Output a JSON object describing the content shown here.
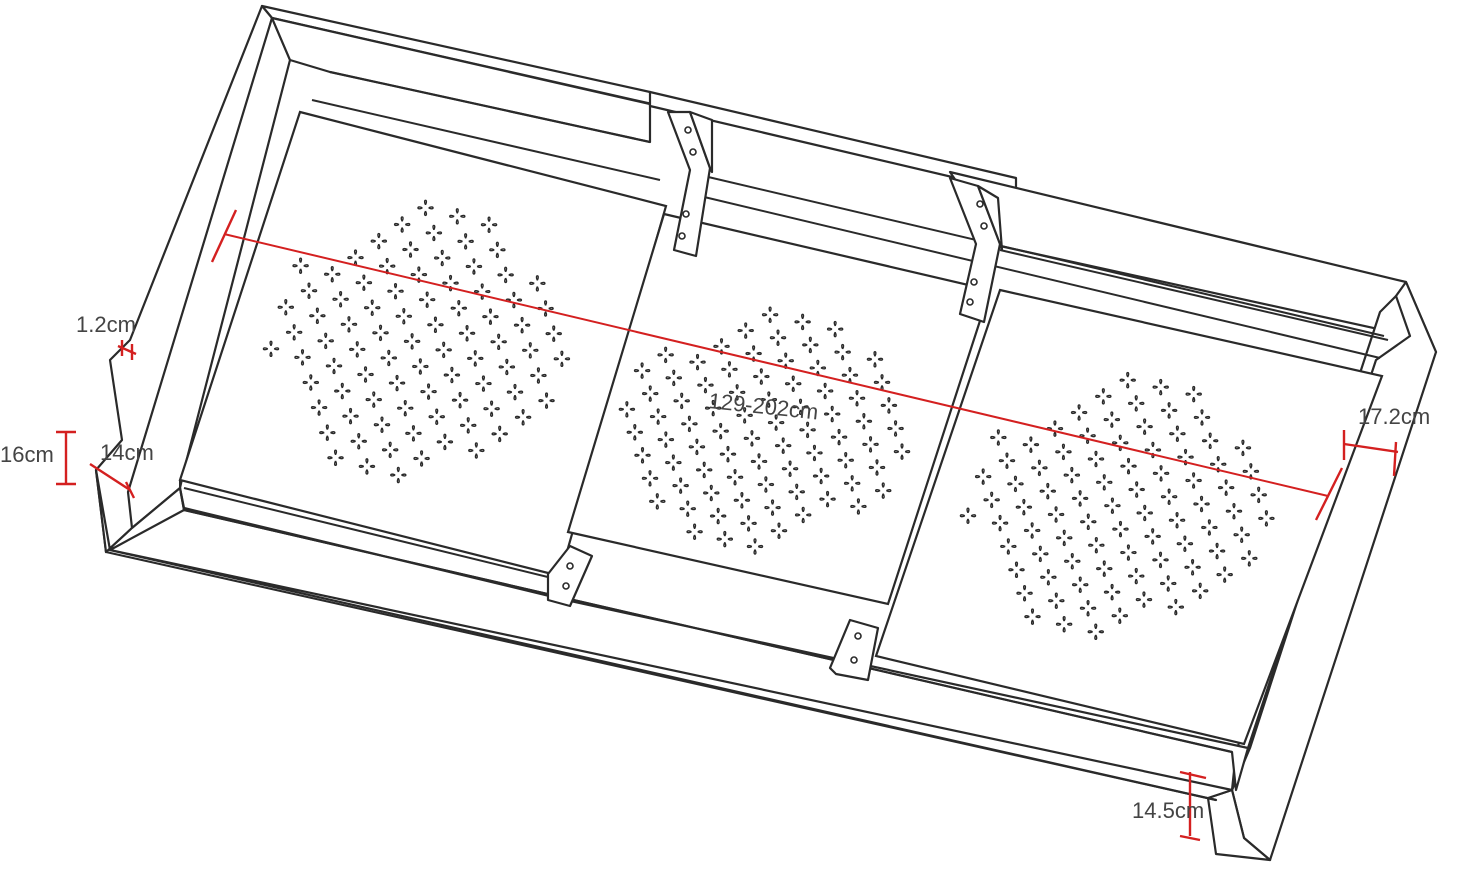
{
  "labels": {
    "total_length": "129-202cm",
    "wall_thickness": "1.2cm",
    "outer_height": "16cm",
    "inner_height": "14cm",
    "end_depth": "17.2cm",
    "foot_height": "14.5cm"
  },
  "colors": {
    "outline": "#2a2a2a",
    "dimension": "#d42020",
    "label": "#444444",
    "background": "#ffffff"
  }
}
